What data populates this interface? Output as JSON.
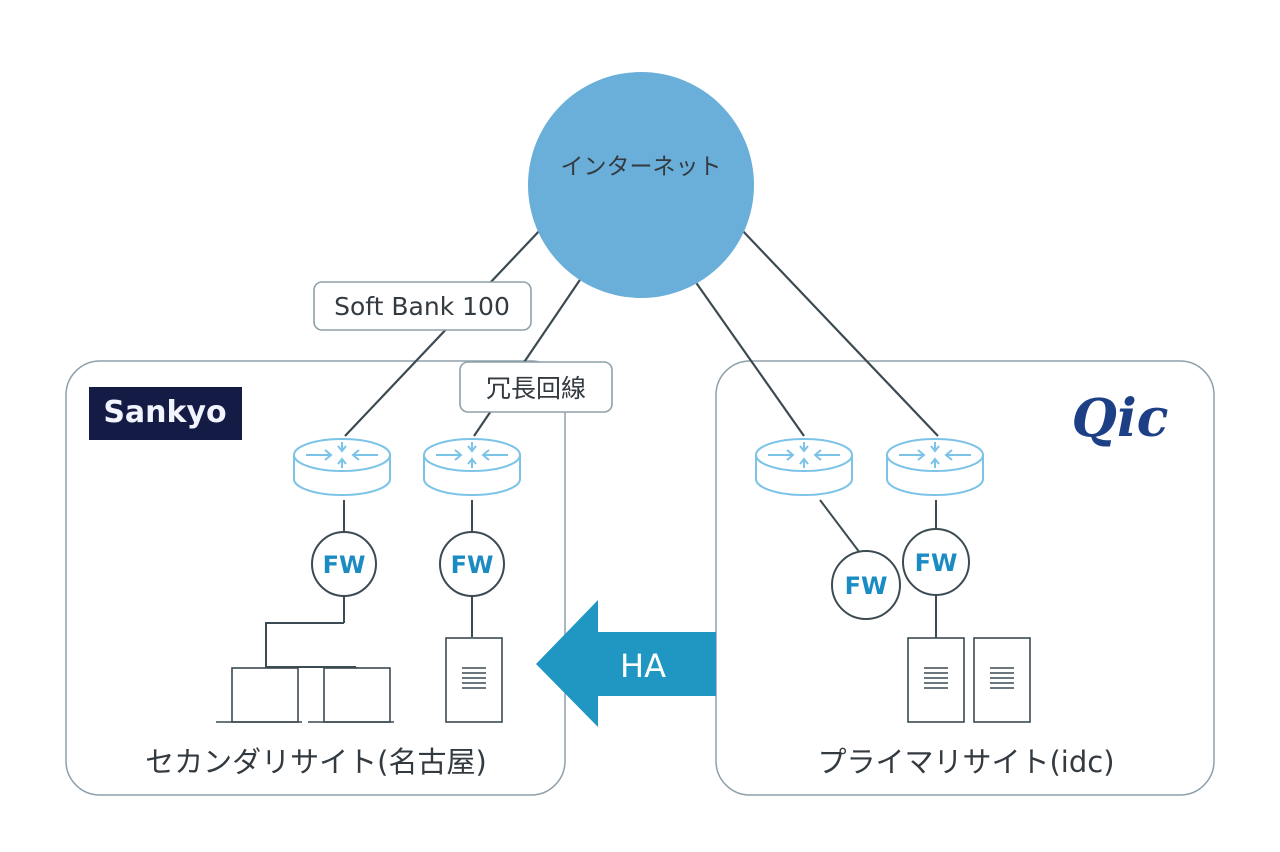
{
  "internet": {
    "label": "インターネット"
  },
  "links": {
    "softbank": "Soft Bank 100",
    "redundant": "冗長回線"
  },
  "sites": {
    "secondary": {
      "logo_text": "Sankyo",
      "caption": "セカンダリサイト(名古屋)"
    },
    "primary": {
      "logo_text": "Qic",
      "caption": "プライマリサイト(idc)"
    }
  },
  "firewall_label": "FW",
  "ha_label": "HA",
  "icons": {
    "router": "router-icon",
    "firewall": "firewall-icon",
    "server": "server-icon",
    "laptop": "laptop-icon",
    "ha_arrow": "arrow-left-icon"
  },
  "colors": {
    "internet_fill": "#6aafd9",
    "line": "#3c4a52",
    "site_border": "#8fa0aa",
    "router_stroke": "#7cc3e8",
    "fw_text": "#1b8bc4",
    "ha_arrow": "#1f97c2",
    "logo_bg": "#141b44"
  }
}
